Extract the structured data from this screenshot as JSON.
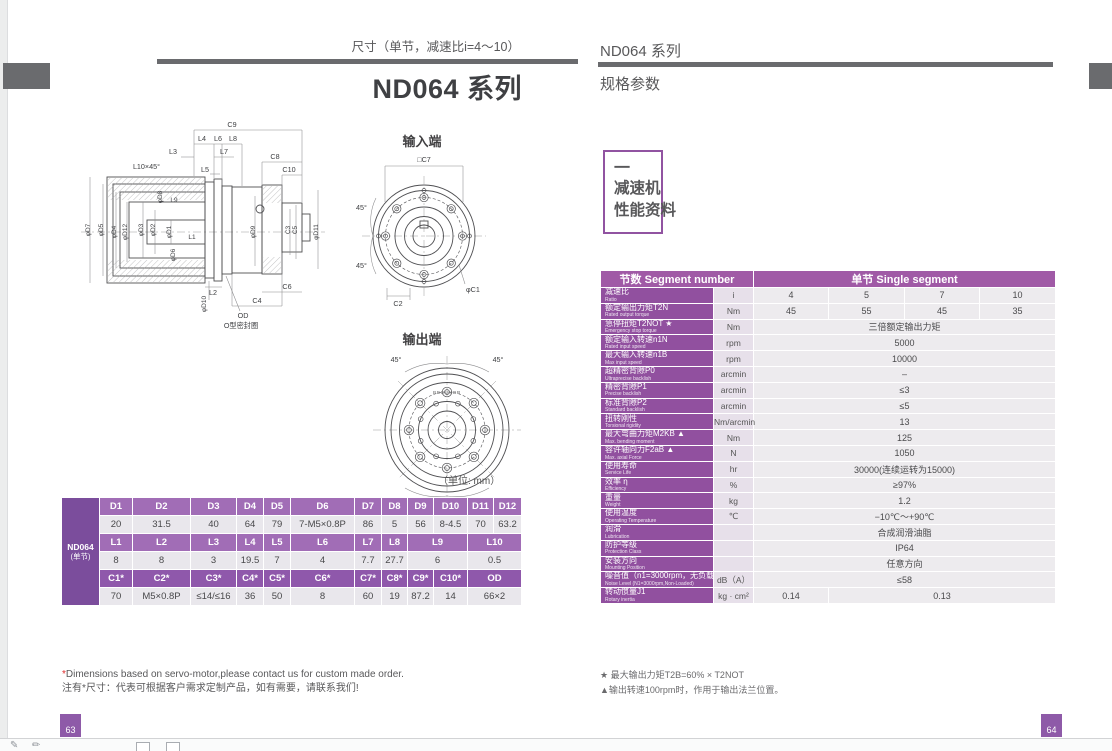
{
  "colors": {
    "accent_purple": "#9153a1",
    "spec_header": "#a05aa6",
    "spec_label": "#91509f",
    "dim_header": "#a16db6",
    "dim_header_c": "#8f58ab",
    "model_cell": "#7b4d9c",
    "rule_gray": "#6a6b6e",
    "footnote_red": "#e02b2b"
  },
  "left_page": {
    "header": {
      "subtitle": "尺寸（单节，减速比i=4～10）",
      "title": "ND064 系列"
    },
    "drawing": {
      "section": {
        "c9": "C9",
        "l4": "L4",
        "l6": "L6",
        "l8": "L8",
        "l3": "L3",
        "l7": "L7",
        "l10": "L10×45°",
        "l5": "L5",
        "c8": "C8",
        "c10": "C10",
        "d7": "φD7",
        "d5": "φD5",
        "d4": "φD4",
        "d12": "φD12",
        "d3": "φD3",
        "d2": "φD2",
        "d1": "φD1",
        "d8": "φD8",
        "l9": "L9",
        "d6": "φD6",
        "d9": "φD9",
        "c3": "C3",
        "c5": "C5",
        "d11": "φD11",
        "l1": "L1",
        "l2": "L2",
        "d10": "φD10",
        "c4": "C4",
        "c6": "C6",
        "od": "OD",
        "oring": "O型密封圈"
      },
      "input_view": {
        "title": "输入端",
        "c7": "□C7",
        "deg": "45°",
        "c1": "φC1",
        "c2": "C2"
      },
      "output_view": {
        "title": "输出端",
        "deg": "45°",
        "brand": "BESUNOR"
      },
      "unit_note": "（单位: mm）"
    },
    "dim_table": {
      "label": {
        "model": "ND064",
        "sub": "(单节)"
      },
      "bands": [
        {
          "headers": [
            [
              "D1",
              1
            ],
            [
              "D2",
              1
            ],
            [
              "D3",
              1
            ],
            [
              "D4",
              1
            ],
            [
              "D5",
              1
            ],
            [
              "D6",
              1
            ],
            [
              "D7",
              1
            ],
            [
              "D8",
              1
            ],
            [
              "D9",
              1
            ],
            [
              "D10",
              1
            ],
            [
              "D11",
              1
            ],
            [
              "D12",
              1
            ]
          ],
          "values": [
            [
              "20",
              1
            ],
            [
              "31.5",
              1
            ],
            [
              "40",
              1
            ],
            [
              "64",
              1
            ],
            [
              "79",
              1
            ],
            [
              "7-M5×0.8P",
              1
            ],
            [
              "86",
              1
            ],
            [
              "5",
              1
            ],
            [
              "56",
              1
            ],
            [
              "8-4.5",
              1
            ],
            [
              "70",
              1
            ],
            [
              "63.2",
              1
            ]
          ]
        },
        {
          "headers": [
            [
              "L1",
              1
            ],
            [
              "L2",
              1
            ],
            [
              "L3",
              1
            ],
            [
              "L4",
              1
            ],
            [
              "L5",
              1
            ],
            [
              "L6",
              1
            ],
            [
              "L7",
              1
            ],
            [
              "L8",
              1
            ],
            [
              "L9",
              2
            ],
            [
              "L10",
              2
            ]
          ],
          "values": [
            [
              "8",
              1
            ],
            [
              "8",
              1
            ],
            [
              "3",
              1
            ],
            [
              "19.5",
              1
            ],
            [
              "7",
              1
            ],
            [
              "4",
              1
            ],
            [
              "7.7",
              1
            ],
            [
              "27.7",
              1
            ],
            [
              "6",
              2
            ],
            [
              "0.5",
              2
            ]
          ]
        },
        {
          "headers": [
            [
              "C1*",
              1
            ],
            [
              "C2*",
              1
            ],
            [
              "C3*",
              1
            ],
            [
              "C4*",
              1
            ],
            [
              "C5*",
              1
            ],
            [
              "C6*",
              1
            ],
            [
              "C7*",
              1
            ],
            [
              "C8*",
              1
            ],
            [
              "C9*",
              1
            ],
            [
              "C10*",
              1
            ],
            [
              "OD",
              2
            ]
          ],
          "values": [
            [
              "70",
              1
            ],
            [
              "M5×0.8P",
              1
            ],
            [
              "≤14/≤16",
              1
            ],
            [
              "36",
              1
            ],
            [
              "50",
              1
            ],
            [
              "8",
              1
            ],
            [
              "60",
              1
            ],
            [
              "19",
              1
            ],
            [
              "87.2",
              1
            ],
            [
              "14",
              1
            ],
            [
              "66×2",
              2
            ]
          ]
        }
      ]
    },
    "footnotes": {
      "fn1_star": "*",
      "fn1_text": "Dimensions based on servo-motor,please contact us for custom made order.",
      "fn2": "注有*尺寸：代表可根据客户需求定制产品，如有需要，请联系我们!"
    },
    "page_number": "63"
  },
  "right_page": {
    "header": {
      "title": "ND064 系列",
      "subtitle": "规格参数"
    },
    "section_box": {
      "dash": "一",
      "line1": "减速机",
      "line2": "性能资料"
    },
    "spec_table": {
      "header": {
        "col1": "节数 Segment number",
        "col2": "单节 Single segment"
      },
      "rows": [
        {
          "zh": "减速比",
          "en": "Ratio",
          "unit": "i",
          "values": [
            "4",
            "5",
            "7",
            "10"
          ]
        },
        {
          "zh": "额定输出力矩T2N",
          "en": "Rated output torque",
          "unit": "Nm",
          "values": [
            "45",
            "55",
            "45",
            "35"
          ]
        },
        {
          "zh": "急停扭矩T2NOT ★",
          "en": "Emergency stop torque",
          "unit": "Nm",
          "span": "三倍额定输出力矩"
        },
        {
          "zh": "额定输入转速n1N",
          "en": "Rated input speed",
          "unit": "rpm",
          "span": "5000"
        },
        {
          "zh": "最大输入转速n1B",
          "en": "Max input speed",
          "unit": "rpm",
          "span": "10000"
        },
        {
          "zh": "超精密背隙P0",
          "en": "Ultraprecise backlish",
          "unit": "arcmin",
          "span": "–"
        },
        {
          "zh": "精密背隙P1",
          "en": "Precise backlish",
          "unit": "arcmin",
          "span": "≤3"
        },
        {
          "zh": "标准背隙P2",
          "en": "Standard backlish",
          "unit": "arcmin",
          "span": "≤5"
        },
        {
          "zh": "扭转刚性",
          "en": "Torsional rigidity",
          "unit": "Nm/arcmin",
          "span": "13"
        },
        {
          "zh": "最大弯曲力矩M2KB ▲",
          "en": "Max. bending moment",
          "unit": "Nm",
          "span": "125"
        },
        {
          "zh": "容许轴向力F2aB ▲",
          "en": "Max. axial Force",
          "unit": "N",
          "span": "1050"
        },
        {
          "zh": "使用寿命",
          "en": "Service Life",
          "unit": "hr",
          "span": "30000(连续运转为15000)"
        },
        {
          "zh": "效率 η",
          "en": "Efficiency",
          "unit": "%",
          "span": "≥97%"
        },
        {
          "zh": "重量",
          "en": "Weight",
          "unit": "kg",
          "span": "1.2"
        },
        {
          "zh": "使用温度",
          "en": "Operating Temperature",
          "unit": "℃",
          "span": "−10℃～+90℃"
        },
        {
          "zh": "润滑",
          "en": "Lubrication",
          "unit": "",
          "span": "合成润滑油脂"
        },
        {
          "zh": "防护等级",
          "en": "Protection Class",
          "unit": "",
          "span": "IP64"
        },
        {
          "zh": "安装方向",
          "en": "Mounting Position",
          "unit": "",
          "span": "任意方向"
        },
        {
          "zh": "噪音值（n1=3000rpm，无负载）",
          "en": "Noise Level (N1=3000rpm,Non-Loaded)",
          "unit": "dB（A）",
          "span": "≤58"
        },
        {
          "zh": "转动惯量J1",
          "en": "Rotary inertia",
          "unit": "kg · cm²",
          "v1": "0.14",
          "vspan": "0.13"
        }
      ]
    },
    "footnotes": {
      "fn1": "★ 最大输出力矩T2B=60% × T2NOT",
      "fn2": "▲输出转速100rpm时，作用于输出法兰位置。"
    },
    "page_number": "64"
  }
}
